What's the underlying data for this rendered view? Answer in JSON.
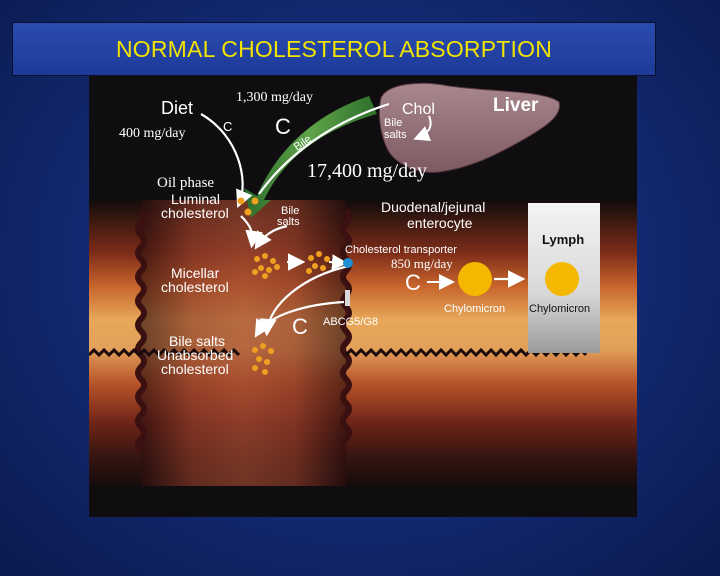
{
  "title": "NORMAL CHOLESTEROL ABSORPTION",
  "rates": {
    "liver_secretion": "1,300 mg/day",
    "diet_intake": "400 mg/day",
    "luminal_pool": "17,400 mg/day",
    "absorbed": "850 mg/day"
  },
  "diagram": {
    "diet": "Diet",
    "diet_c": "C",
    "bile_c": "C",
    "bile_arrow": "Bile",
    "liver": "Liver",
    "chol": "Chol",
    "liver_bile_salts": [
      "Bile",
      "salts"
    ],
    "oil_phase": "Oil phase",
    "luminal_cholesterol": [
      "Luminal",
      "cholesterol"
    ],
    "lumen_bile_salts": [
      "Bile",
      "salts"
    ],
    "enterocyte": [
      "Duodenal/jejunal",
      "enterocyte"
    ],
    "lymph": "Lymph",
    "micellar_cholesterol": [
      "Micellar",
      "cholesterol"
    ],
    "transporter": "Cholesterol transporter",
    "cell_c": "C",
    "efflux_c": "C",
    "abcg": "ABCG5/G8",
    "chylomicron_cell": "Chylomicron",
    "chylomicron_lymph": "Chylomicron",
    "unabsorbed": [
      "Bile salts",
      "Unabsorbed",
      "cholesterol"
    ]
  },
  "colors": {
    "title_text": "#f2e300",
    "chylomicron": "#f5b800",
    "cholesterol_dots": "#f0a020",
    "bile_arrow": "#4a8f3a",
    "transporter": "#1e8fd0"
  }
}
